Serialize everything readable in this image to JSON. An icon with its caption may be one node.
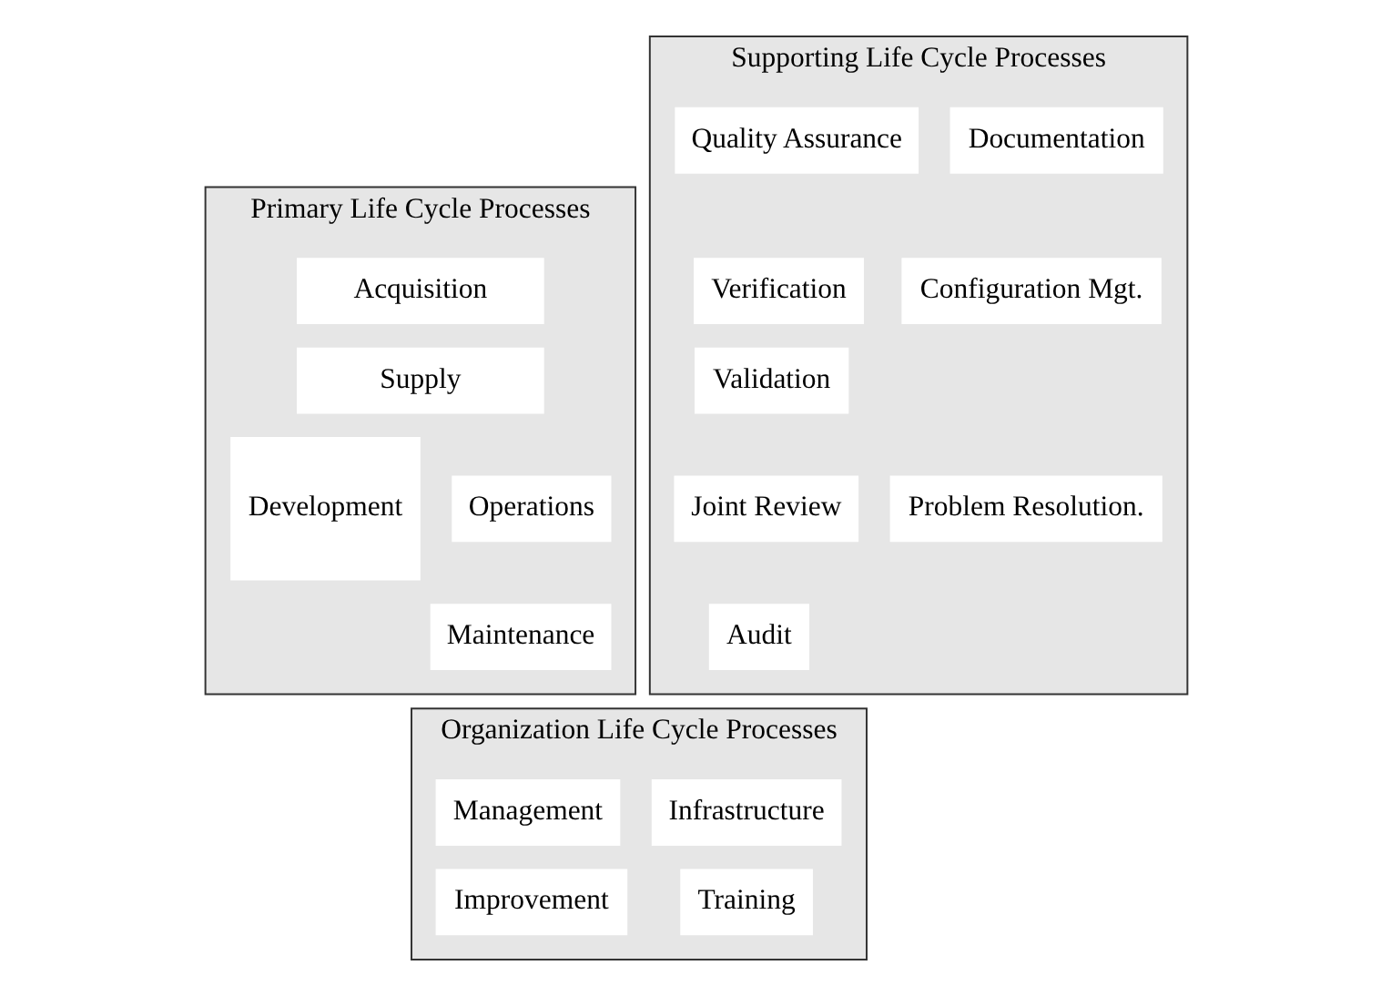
{
  "diagram": {
    "nodes": [
      {
        "text": [
          "Primary Life Cycle Processes"
        ]
      },
      {
        "text": [
          "Acquisition"
        ],
        "in": 0
      },
      {
        "text": [
          "Supply"
        ],
        "in": 0
      },
      {
        "text": [
          "Development"
        ],
        "in": 0
      },
      {
        "text": [
          "Operations"
        ],
        "in": 0
      },
      {
        "text": [
          "Maintenance"
        ],
        "in": 0
      },
      {
        "text": [
          "Supporting Life Cycle Processes"
        ]
      },
      {
        "text": [
          "Documentation"
        ],
        "in": 6
      },
      {
        "text": [
          "Quality Assurance"
        ],
        "in": 6
      },
      {
        "text": [
          "Configuration Mgt."
        ],
        "in": 6
      },
      {
        "text": [
          "Verification"
        ],
        "in": 6
      },
      {
        "text": [
          "Validation"
        ],
        "in": 6
      },
      {
        "text": [
          "Problem Resolution."
        ],
        "in": 6
      },
      {
        "text": [
          "Joint Review"
        ],
        "in": 6
      },
      {
        "text": [
          "Audit"
        ],
        "in": 6
      },
      {
        "text": [
          "Organization Life Cycle Processes"
        ]
      },
      {
        "text": [
          "Management"
        ],
        "in": 15
      },
      {
        "text": [
          "Infrastructure"
        ],
        "in": 15
      },
      {
        "text": [
          "Improvement"
        ],
        "in": 15
      },
      {
        "text": [
          "Training"
        ],
        "in": 15
      }
    ]
  }
}
